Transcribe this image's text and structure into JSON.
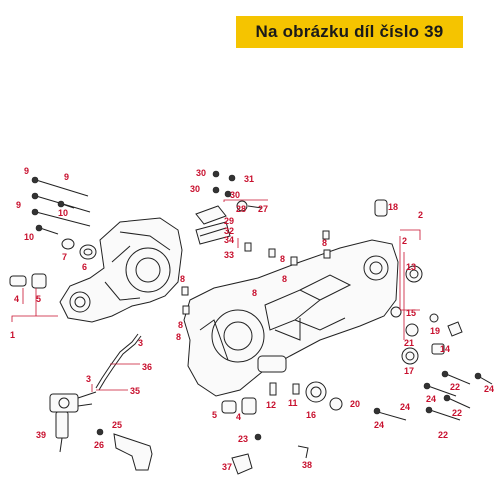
{
  "banner": {
    "text": "Na obrázku díl číslo 39"
  },
  "colors": {
    "banner_bg": "#f5c400",
    "callout": "#c8102e",
    "linework": "#222222"
  },
  "callouts": [
    {
      "text": "9"
    },
    {
      "text": "9"
    },
    {
      "text": "9"
    },
    {
      "text": "10"
    },
    {
      "text": "10"
    },
    {
      "text": "7"
    },
    {
      "text": "6"
    },
    {
      "text": "4"
    },
    {
      "text": "5"
    },
    {
      "text": "1"
    },
    {
      "text": "8"
    },
    {
      "text": "3"
    },
    {
      "text": "36"
    },
    {
      "text": "3"
    },
    {
      "text": "35"
    },
    {
      "text": "39"
    },
    {
      "text": "26"
    },
    {
      "text": "25"
    },
    {
      "text": "30"
    },
    {
      "text": "30"
    },
    {
      "text": "31"
    },
    {
      "text": "30"
    },
    {
      "text": "28"
    },
    {
      "text": "27"
    },
    {
      "text": "29"
    },
    {
      "text": "32"
    },
    {
      "text": "34"
    },
    {
      "text": "33"
    },
    {
      "text": "8"
    },
    {
      "text": "8"
    },
    {
      "text": "8"
    },
    {
      "text": "8"
    },
    {
      "text": "8"
    },
    {
      "text": "8"
    },
    {
      "text": "18"
    },
    {
      "text": "2"
    },
    {
      "text": "2"
    },
    {
      "text": "13"
    },
    {
      "text": "15"
    },
    {
      "text": "19"
    },
    {
      "text": "21"
    },
    {
      "text": "14"
    },
    {
      "text": "17"
    },
    {
      "text": "20"
    },
    {
      "text": "16"
    },
    {
      "text": "12"
    },
    {
      "text": "11"
    },
    {
      "text": "5"
    },
    {
      "text": "4"
    },
    {
      "text": "23"
    },
    {
      "text": "24"
    },
    {
      "text": "24"
    },
    {
      "text": "24"
    },
    {
      "text": "24"
    },
    {
      "text": "22"
    },
    {
      "text": "22"
    },
    {
      "text": "22"
    },
    {
      "text": "37"
    },
    {
      "text": "38"
    }
  ]
}
